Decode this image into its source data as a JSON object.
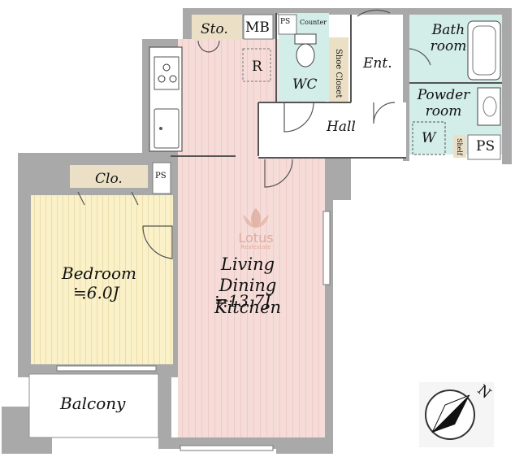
{
  "rooms": {
    "storage": "Sto.",
    "meter_box": "MB",
    "pipe_space": "PS",
    "counter": "Counter",
    "refrigerator": "R",
    "wc": "WC",
    "shoe_closet": "Shoe Closet",
    "entrance": "Ent.",
    "bath_room": "Bath room",
    "powder_room": "Powder room",
    "hall": "Hall",
    "washer": "W",
    "shelf": "Shelf",
    "closet": "Clo.",
    "bedroom": "Bedroom",
    "bedroom_size": "≒6.0J",
    "ldk": "Living Dining Kitchen",
    "ldk_size": "≒13.7J",
    "balcony": "Balcony"
  },
  "compass": {
    "north_label": "N"
  },
  "watermark": {
    "brand": "Lotus",
    "sub": "Realestate"
  },
  "colors": {
    "wall": "#a9a9a9",
    "ldk_floor": "#f6dcd9",
    "bedroom_floor": "#faf1c9",
    "wet_area": "#d3ede8",
    "closet": "#ebe0c6"
  }
}
